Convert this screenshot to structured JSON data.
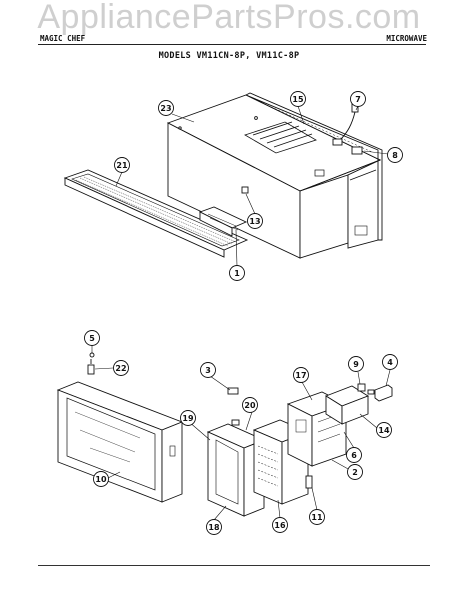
{
  "watermark": "AppliancePartsPros.com",
  "header": {
    "brand": "MAGIC CHEF",
    "category": "MICROWAVE"
  },
  "subtitle": "MODELS VM11CN-8P, VM11C-8P",
  "callouts": [
    {
      "id": "c23",
      "label": "23"
    },
    {
      "id": "c15",
      "label": "15"
    },
    {
      "id": "c7",
      "label": "7"
    },
    {
      "id": "c8",
      "label": "8"
    },
    {
      "id": "c21",
      "label": "21"
    },
    {
      "id": "c13",
      "label": "13"
    },
    {
      "id": "c1",
      "label": "1"
    },
    {
      "id": "c5",
      "label": "5"
    },
    {
      "id": "c22",
      "label": "22"
    },
    {
      "id": "c3",
      "label": "3"
    },
    {
      "id": "c4",
      "label": "4"
    },
    {
      "id": "c9",
      "label": "9"
    },
    {
      "id": "c17",
      "label": "17"
    },
    {
      "id": "c14",
      "label": "14"
    },
    {
      "id": "c6",
      "label": "6"
    },
    {
      "id": "c20",
      "label": "20"
    },
    {
      "id": "c19",
      "label": "19"
    },
    {
      "id": "c2",
      "label": "2"
    },
    {
      "id": "c10",
      "label": "10"
    },
    {
      "id": "c11",
      "label": "11"
    },
    {
      "id": "c16",
      "label": "16"
    },
    {
      "id": "c18",
      "label": "18"
    }
  ]
}
